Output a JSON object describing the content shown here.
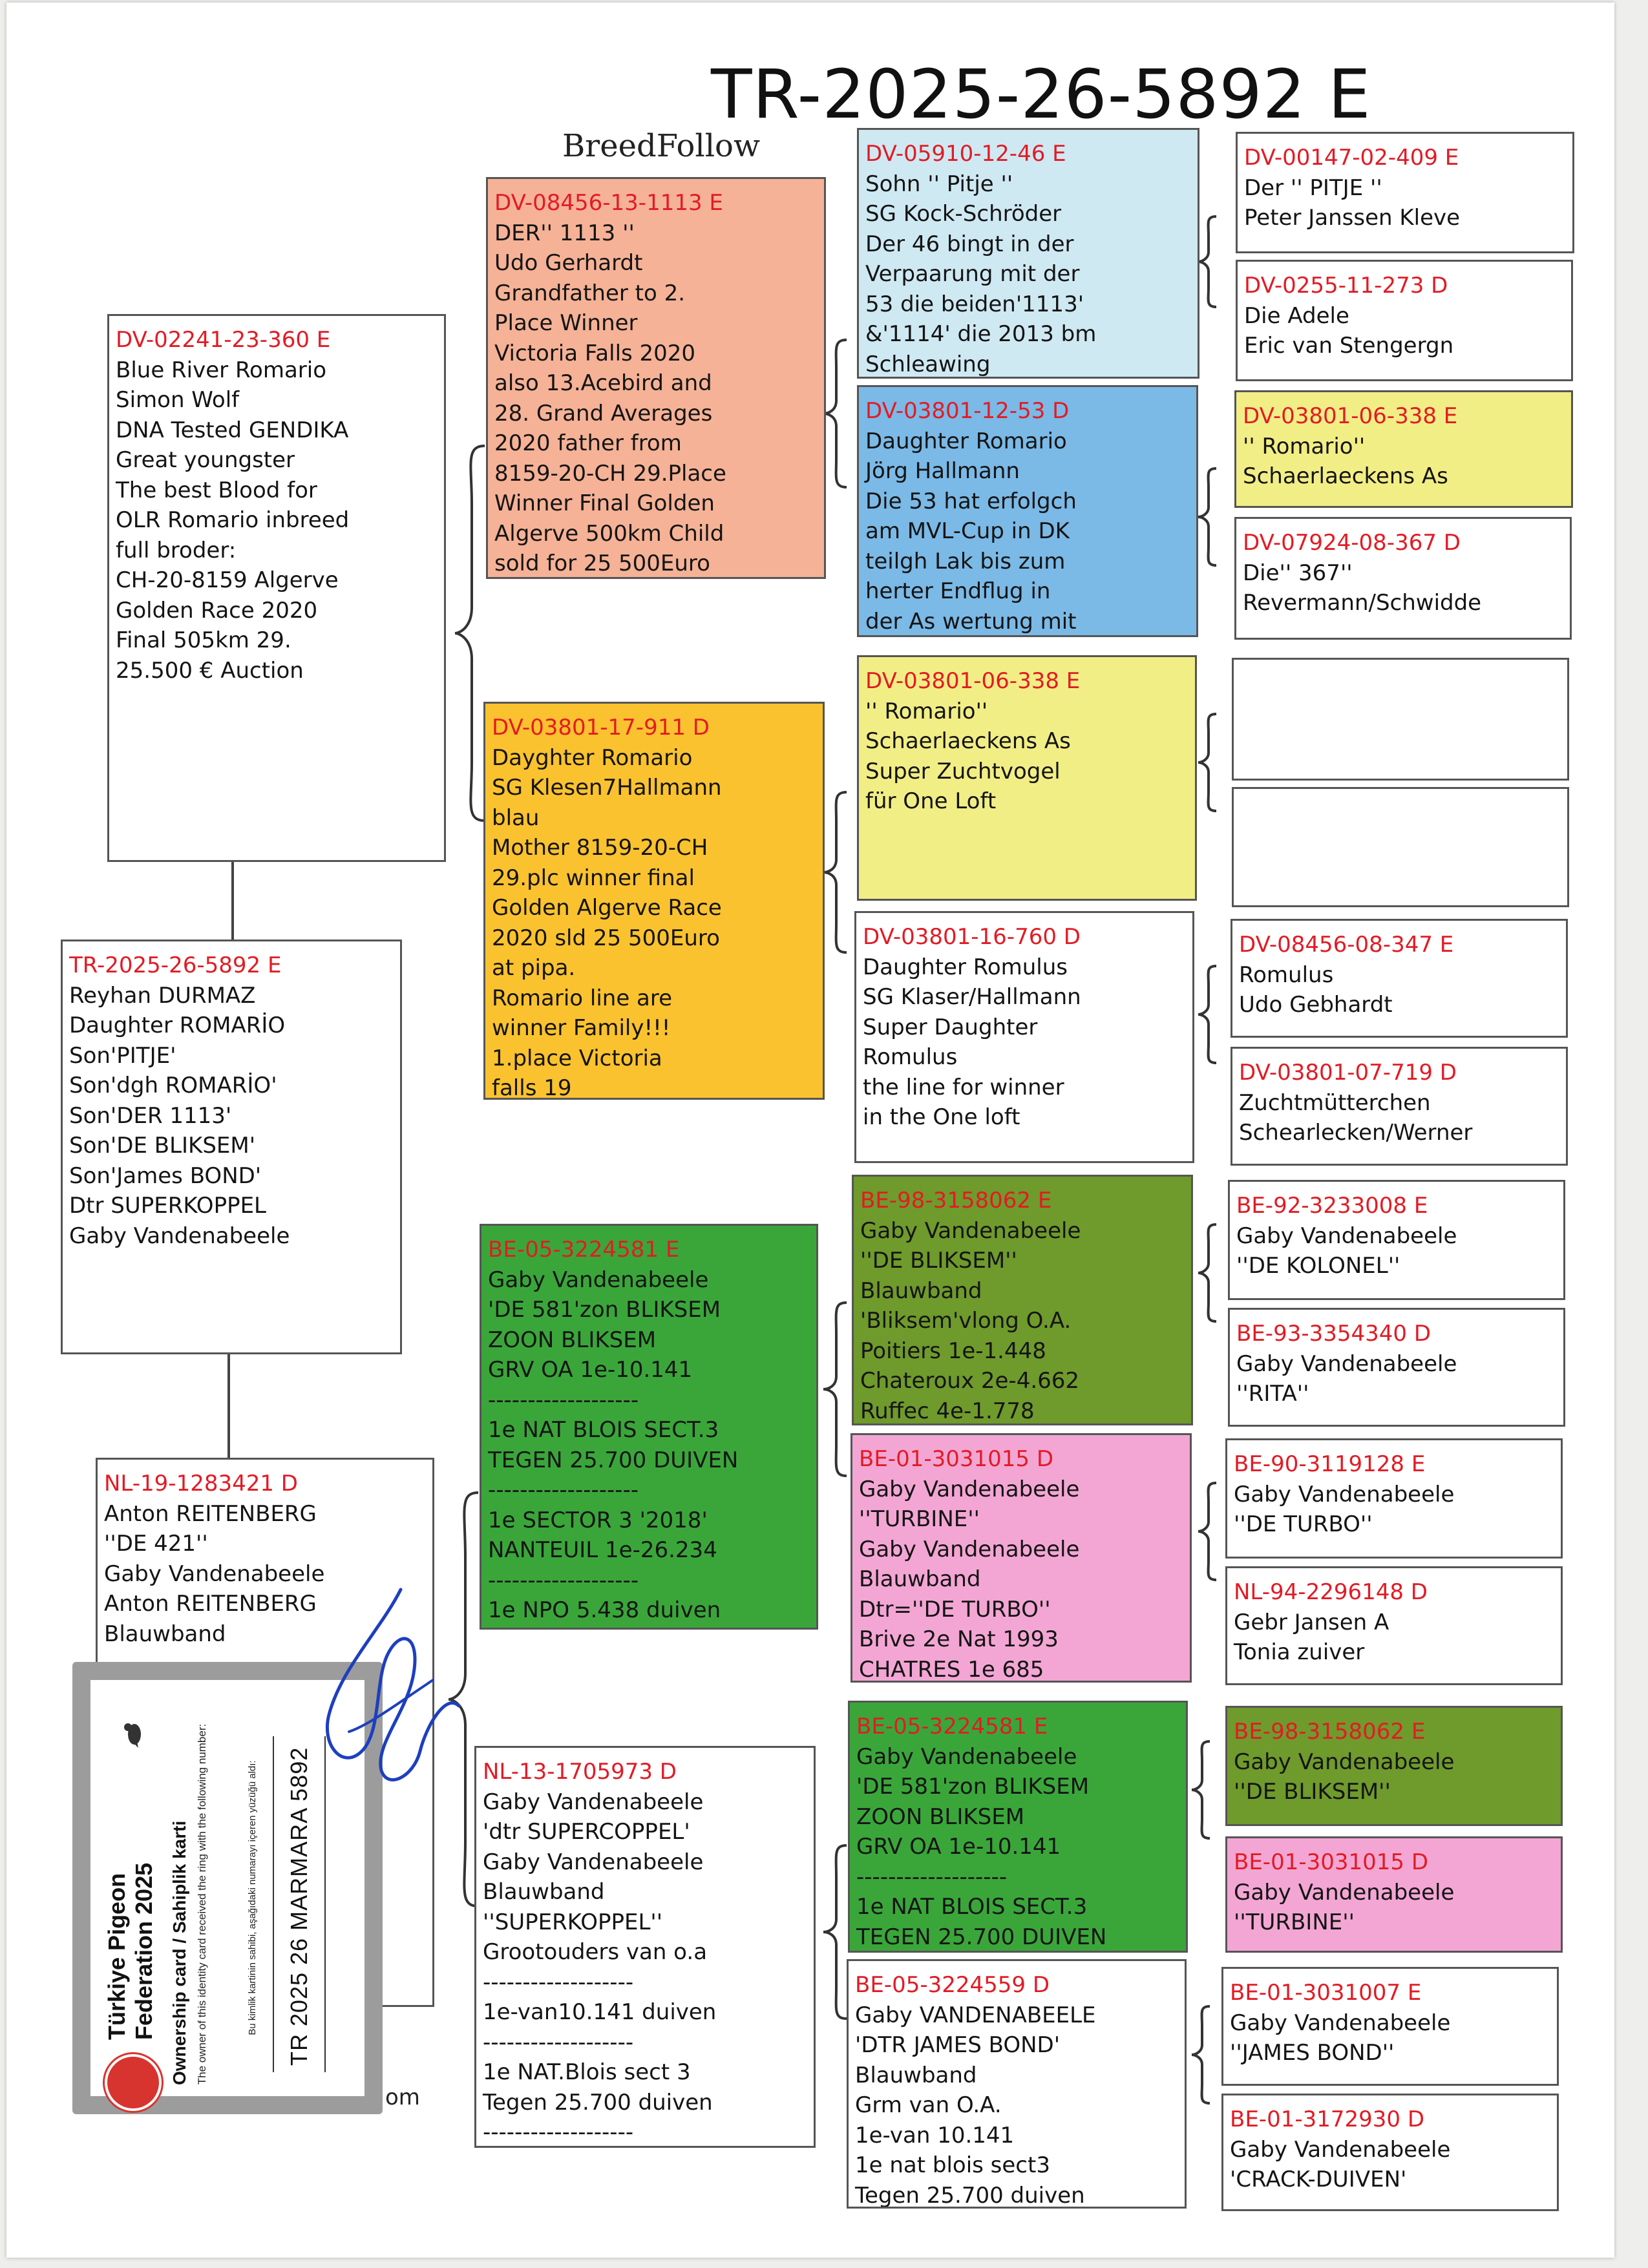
{
  "header": {
    "title": "TR-2025-26-5892 E",
    "brand": "BreedFollow"
  },
  "colors": {
    "ring_text": "#e21b24",
    "peach": "#f5b296",
    "light_blue": "#cfe9f3",
    "blue": "#7bb9e6",
    "yellow": "#f2ee86",
    "amber": "#fac22e",
    "green": "#3aa63a",
    "olive": "#6f9a2c",
    "pink": "#f3a6d4"
  },
  "cards": {
    "subject": {
      "ring": "TR-2025-26-5892 E",
      "lines": [
        "Reyhan DURMAZ",
        "Daughter ROMARİO",
        "Son'PITJE'",
        "Son'dgh ROMARİO'",
        "Son'DER 1113'",
        "Son'DE BLIKSEM'",
        "Son'James BOND'",
        "Dtr SUPERKOPPEL",
        "Gaby Vandenabeele"
      ]
    },
    "sire": {
      "ring": "DV-02241-23-360 E",
      "lines": [
        "Blue River Romario",
        "Simon Wolf",
        "DNA Tested GENDIKA",
        "Great youngster",
        "The best Blood for",
        "OLR Romario inbreed",
        "full broder:",
        "CH-20-8159 Algerve",
        "Golden Race 2020",
        "Final 505km   29.",
        "25.500 € Auction"
      ]
    },
    "dam": {
      "ring": "NL-19-1283421 D",
      "lines": [
        "Anton REITENBERG",
        "''DE 421''",
        "Gaby Vandenabeele",
        "Anton REITENBERG",
        "Blauwband"
      ]
    },
    "ss": {
      "ring": "DV-08456-13-1113 E",
      "lines": [
        "DER'' 1113 ''",
        "Udo Gerhardt",
        "Grandfather to 2.",
        "Place Winner",
        "Victoria Falls 2020",
        "also 13.Acebird and",
        "28. Grand Averages",
        "2020 father from",
        "8159-20-CH 29.Place",
        "Winner Final Golden",
        "Algerve 500km Child",
        "sold for 25 500Euro"
      ]
    },
    "sd": {
      "ring": "DV-03801-17-911 D",
      "lines": [
        "Dayghter Romario",
        "SG Klesen7Hallmann",
        "blau",
        "Mother 8159-20-CH",
        "29.plc winner final",
        "Golden Algerve Race",
        "2020 sld 25 500Euro",
        "at pipa.",
        "Romario line are",
        "winner Family!!!",
        "1.place Victoria",
        "falls 19"
      ]
    },
    "ds": {
      "ring": "BE-05-3224581 E",
      "lines": [
        "Gaby Vandenabeele",
        "'DE 581'zon BLIKSEM",
        "ZOON BLIKSEM",
        "GRV  OA 1e-10.141",
        "-------------------",
        "1e NAT BLOIS SECT.3",
        "TEGEN 25.700 DUIVEN",
        "-------------------",
        "1e SECTOR 3 '2018'",
        "NANTEUIL 1e-26.234",
        "-------------------",
        "1e NPO 5.438 duiven"
      ]
    },
    "dd": {
      "ring": "NL-13-1705973 D",
      "lines": [
        "Gaby Vandenabeele",
        "'dtr SUPERCOPPEL'",
        "Gaby Vandenabeele",
        "Blauwband",
        "''SUPERKOPPEL''",
        "Grootouders van o.a",
        "-------------------",
        "1e-van10.141 duiven",
        "-------------------",
        "1e NAT.Blois sect 3",
        "Tegen 25.700 duiven",
        "-------------------"
      ]
    },
    "sss": {
      "ring": "DV-05910-12-46 E",
      "lines": [
        "Sohn '' Pitje ''",
        "SG Kock-Schröder",
        "Der 46 bingt in der",
        "Verpaarung mit der",
        "53 die beiden'1113'",
        "&'1114' die 2013 bm",
        "Schleawing"
      ]
    },
    "ssd": {
      "ring": "DV-03801-12-53 D",
      "lines": [
        "Daughter Romario",
        "Jörg Hallmann",
        "Die 53 hat erfolgch",
        "am MVL-Cup in DK",
        "teilgh Lak bis zum",
        "herter Endflug in",
        "der As wertung mit"
      ]
    },
    "sds": {
      "ring": "DV-03801-06-338 E",
      "lines": [
        "'' Romario''",
        "Schaerlaeckens As",
        "Super Zuchtvogel",
        "für One Loft"
      ]
    },
    "sdd": {
      "ring": "DV-03801-16-760 D",
      "lines": [
        "Daughter Romulus",
        "SG Klaser/Hallmann",
        "Super Daughter",
        "Romulus",
        "the line for winner",
        "in the One loft"
      ]
    },
    "dss": {
      "ring": "BE-98-3158062 E",
      "lines": [
        "Gaby Vandenabeele",
        "''DE BLIKSEM''",
        "Blauwband",
        "'Bliksem'vlong O.A.",
        "Poitiers   1e-1.448",
        "Chateroux  2e-4.662",
        "Ruffec     4e-1.778"
      ]
    },
    "dsd": {
      "ring": "BE-01-3031015 D",
      "lines": [
        "Gaby Vandenabeele",
        "''TURBINE''",
        "Gaby Vandenabeele",
        "Blauwband",
        "Dtr=''DE TURBO''",
        "Brive 2e Nat  1993",
        "CHATRES     1e  685"
      ]
    },
    "dds": {
      "ring": "BE-05-3224581 E",
      "lines": [
        "Gaby Vandenabeele",
        "'DE 581'zon BLIKSEM",
        "ZOON BLIKSEM",
        "GRV  OA 1e-10.141",
        "-------------------",
        "1e NAT BLOIS SECT.3",
        "TEGEN 25.700 DUIVEN"
      ]
    },
    "ddd": {
      "ring": "BE-05-3224559 D",
      "lines": [
        "Gaby VANDENABEELE",
        "'DTR JAMES BOND'",
        "Blauwband",
        "Grm van O.A.",
        "1e-van      10.141",
        "1e nat blois sect3",
        "Tegen 25.700 duiven"
      ]
    },
    "g1": {
      "ring": "DV-00147-02-409 E",
      "lines": [
        "Der '' PITJE ''",
        "Peter Janssen Kleve"
      ]
    },
    "g2": {
      "ring": "DV-0255-11-273 D",
      "lines": [
        "Die Adele",
        "Eric van Stengergn"
      ]
    },
    "g3": {
      "ring": "DV-03801-06-338 E",
      "lines": [
        "'' Romario''",
        "Schaerlaeckens As"
      ]
    },
    "g4": {
      "ring": "DV-07924-08-367 D",
      "lines": [
        "Die'' 367''",
        "Revermann/Schwidde"
      ]
    },
    "g5": {
      "ring": "",
      "lines": []
    },
    "g6": {
      "ring": "",
      "lines": []
    },
    "g7": {
      "ring": "DV-08456-08-347 E",
      "lines": [
        "Romulus",
        "Udo Gebhardt"
      ]
    },
    "g8": {
      "ring": "DV-03801-07-719 D",
      "lines": [
        "Zuchtmütterchen",
        "Schearlecken/Werner"
      ]
    },
    "g9": {
      "ring": "BE-92-3233008 E",
      "lines": [
        "Gaby Vandenabeele",
        "''DE KOLONEL''"
      ]
    },
    "g10": {
      "ring": "BE-93-3354340 D",
      "lines": [
        "Gaby Vandenabeele",
        "''RITA''"
      ]
    },
    "g11": {
      "ring": "BE-90-3119128 E",
      "lines": [
        "Gaby Vandenabeele",
        "''DE TURBO''"
      ]
    },
    "g12": {
      "ring": "NL-94-2296148 D",
      "lines": [
        "Gebr Jansen A",
        "Tonia zuiver"
      ]
    },
    "g13": {
      "ring": "BE-98-3158062 E",
      "lines": [
        "Gaby Vandenabeele",
        "''DE BLIKSEM''"
      ]
    },
    "g14": {
      "ring": "BE-01-3031015 D",
      "lines": [
        "Gaby Vandenabeele",
        "''TURBINE''"
      ]
    },
    "g15": {
      "ring": "BE-01-3031007 E",
      "lines": [
        "Gaby Vandenabeele",
        "''JAMES BOND''"
      ]
    },
    "g16": {
      "ring": "BE-01-3172930 D",
      "lines": [
        "Gaby Vandenabeele",
        "'CRACK-DUIVEN'"
      ]
    }
  },
  "ownership_card": {
    "federation": "Türkiye Pigeon Federation 2025",
    "title": "Ownership card / Sahiplik karti",
    "text_en": "The owner of this identity card received the ring with the following number:",
    "text_tr": "Bu kimlik kartinin sahibi, aşağıdaki numarayı içeren yüzüğü aldı:",
    "ring_number": "TR 2025 26 MARMARA 5892"
  },
  "footer_fragment": "om"
}
